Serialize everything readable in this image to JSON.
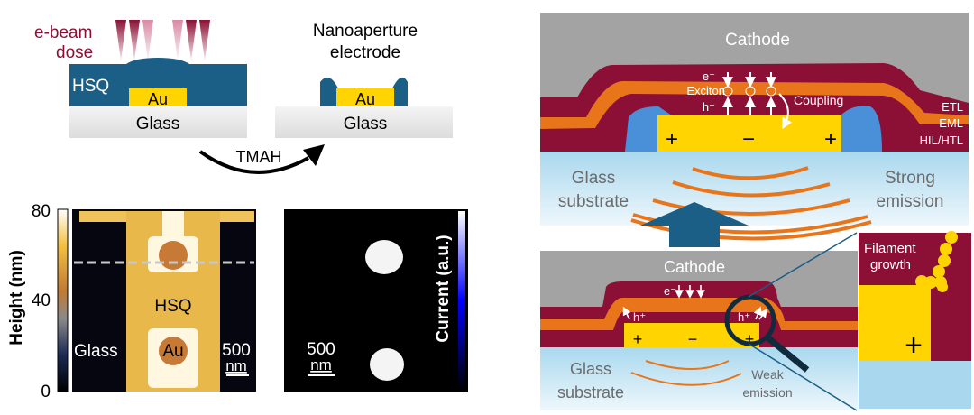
{
  "process": {
    "ebeam_line1": "e-beam",
    "ebeam_line2": "dose",
    "hsq": "HSQ",
    "au_left": "Au",
    "glass_left": "Glass",
    "nano_line1": "Nanoaperture",
    "nano_line2": "electrode",
    "au_right": "Au",
    "glass_right": "Glass",
    "tmah": "TMAH"
  },
  "afm_map": {
    "colorbar_label": "Height (nm)",
    "ticks": [
      "80",
      "40",
      "0"
    ],
    "label_glass": "Glass",
    "label_hsq": "HSQ",
    "label_au": "Au",
    "scale_value": "500",
    "scale_unit": "nm"
  },
  "current_map": {
    "colorbar_label": "Current (a.u.)",
    "scale_value": "500",
    "scale_unit": "nm"
  },
  "device_top": {
    "cathode": "Cathode",
    "electron": "e⁻",
    "exciton": "Exciton",
    "hole": "h⁺",
    "coupling": "Coupling",
    "etl": "ETL",
    "eml": "EML",
    "hil_htl": "HIL/HTL",
    "plus_left": "+",
    "minus": "−",
    "plus_right": "+",
    "glass_line1": "Glass",
    "glass_line2": "substrate",
    "emission_line1": "Strong",
    "emission_line2": "emission"
  },
  "device_bottom": {
    "cathode": "Cathode",
    "electron": "e⁻",
    "hole_left": "h⁺",
    "hole_right": "h⁺",
    "plus_left": "+",
    "minus": "−",
    "plus_right": "+",
    "glass_line1": "Glass",
    "glass_line2": "substrate",
    "emission_line1": "Weak",
    "emission_line2": "emission"
  },
  "inset": {
    "label_line1": "Filament",
    "label_line2": "growth",
    "plus": "+"
  },
  "colors": {
    "maroon": "#8c0f35",
    "orange": "#e8751a",
    "gold": "#ffd400",
    "hsq_blue": "#1b5e86",
    "electrode_blue": "#4a90d9",
    "cathode_gray": "#a3a3a3",
    "glass_blue": "#a9d8ee"
  }
}
